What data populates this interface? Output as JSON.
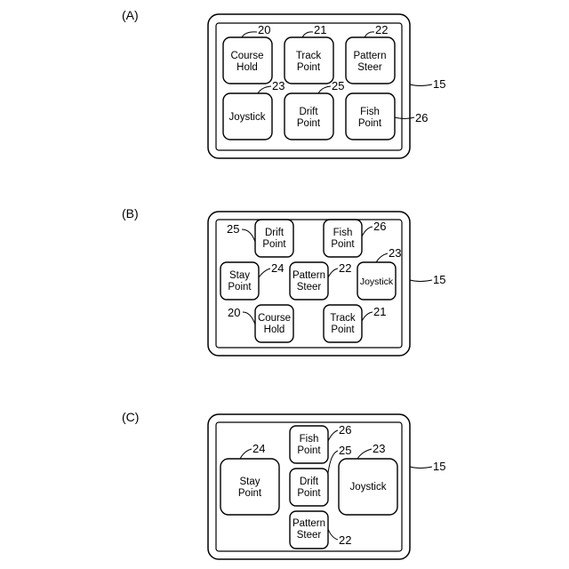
{
  "panels": [
    {
      "label": "(A)",
      "ref": "15",
      "buttons": [
        {
          "lines": [
            "Course",
            "Hold"
          ],
          "ref": "20"
        },
        {
          "lines": [
            "Track",
            "Point"
          ],
          "ref": "21"
        },
        {
          "lines": [
            "Pattern",
            "Steer"
          ],
          "ref": "22"
        },
        {
          "lines": [
            "Joystick"
          ],
          "ref": "23"
        },
        {
          "lines": [
            "Drift",
            "Point"
          ],
          "ref": "25"
        },
        {
          "lines": [
            "Fish",
            "Point"
          ],
          "ref": "26"
        }
      ]
    },
    {
      "label": "(B)",
      "ref": "15",
      "buttons": [
        {
          "lines": [
            "Drift",
            "Point"
          ],
          "ref": "25"
        },
        {
          "lines": [
            "Fish",
            "Point"
          ],
          "ref": "26"
        },
        {
          "lines": [
            "Stay",
            "Point"
          ],
          "ref": "24"
        },
        {
          "lines": [
            "Pattern",
            "Steer"
          ],
          "ref": "22"
        },
        {
          "lines": [
            "Joystick"
          ],
          "ref": "23"
        },
        {
          "lines": [
            "Course",
            "Hold"
          ],
          "ref": "20"
        },
        {
          "lines": [
            "Track",
            "Point"
          ],
          "ref": "21"
        }
      ]
    },
    {
      "label": "(C)",
      "ref": "15",
      "buttons": [
        {
          "lines": [
            "Fish",
            "Point"
          ],
          "ref": "26"
        },
        {
          "lines": [
            "Stay",
            "Point"
          ],
          "ref": "24"
        },
        {
          "lines": [
            "Drift",
            "Point"
          ],
          "ref": "25"
        },
        {
          "lines": [
            "Joystick"
          ],
          "ref": "23"
        },
        {
          "lines": [
            "Pattern",
            "Steer"
          ],
          "ref": "22"
        }
      ]
    }
  ]
}
